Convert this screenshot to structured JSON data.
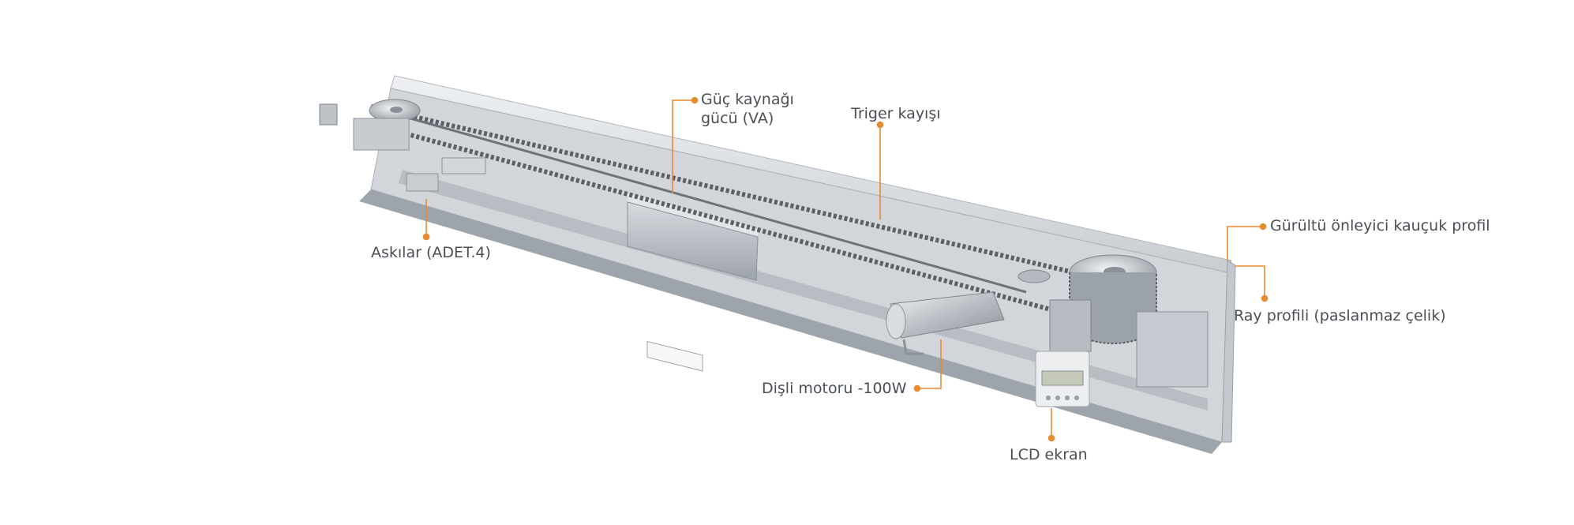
{
  "colors": {
    "accent": "#e88a2e",
    "metal_light": "#dcdfe3",
    "metal_mid": "#b7bcc2",
    "metal_dark": "#7f858c",
    "chain": "#5c6066",
    "text": "#4a4f55"
  },
  "labels": {
    "power_supply_line1": "Güç kaynağı",
    "power_supply_line2": "gücü (VA)",
    "timing_belt": "Triger kayışı",
    "hangers": "Askılar (ADET.4)",
    "rubber_profile": "Gürültü önleyici kauçuk profil",
    "rail_profile": "Ray profili (paslanmaz çelik)",
    "gear_motor": "Dişli motoru -100W",
    "lcd": "LCD ekran"
  }
}
